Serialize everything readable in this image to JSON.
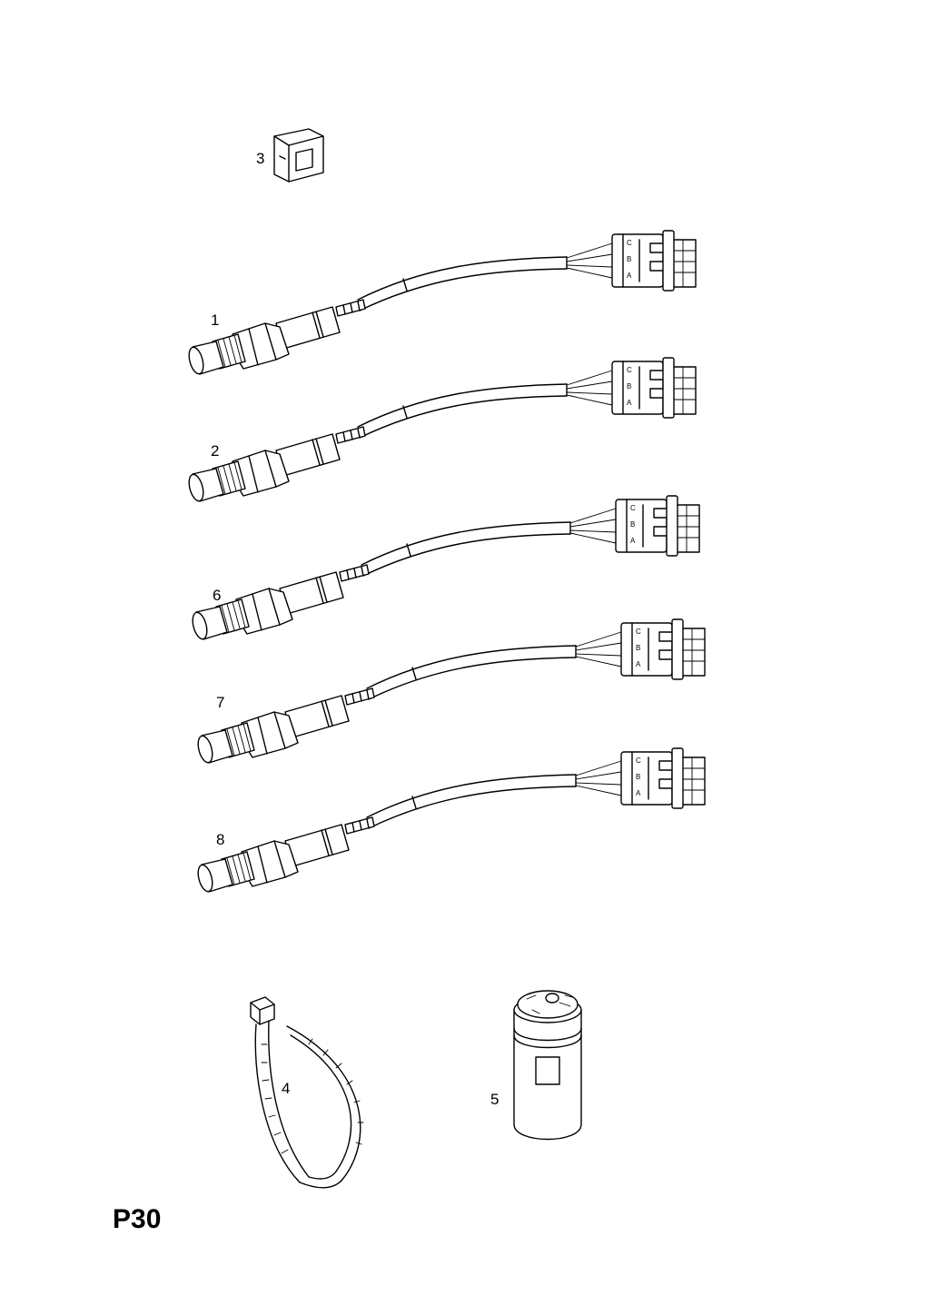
{
  "page": {
    "code": "P30"
  },
  "sensors": [
    {
      "callout": "1",
      "pins": [
        "C",
        "B",
        "A"
      ]
    },
    {
      "callout": "2",
      "pins": [
        "C",
        "B",
        "A"
      ]
    },
    {
      "callout": "6",
      "pins": [
        "C",
        "B",
        "A"
      ]
    },
    {
      "callout": "7",
      "pins": [
        "C",
        "B",
        "A"
      ]
    },
    {
      "callout": "8",
      "pins": [
        "C",
        "B",
        "A"
      ]
    }
  ],
  "clip": {
    "callout": "3"
  },
  "cable_tie": {
    "callout": "4"
  },
  "compound_tube": {
    "callout": "5"
  }
}
